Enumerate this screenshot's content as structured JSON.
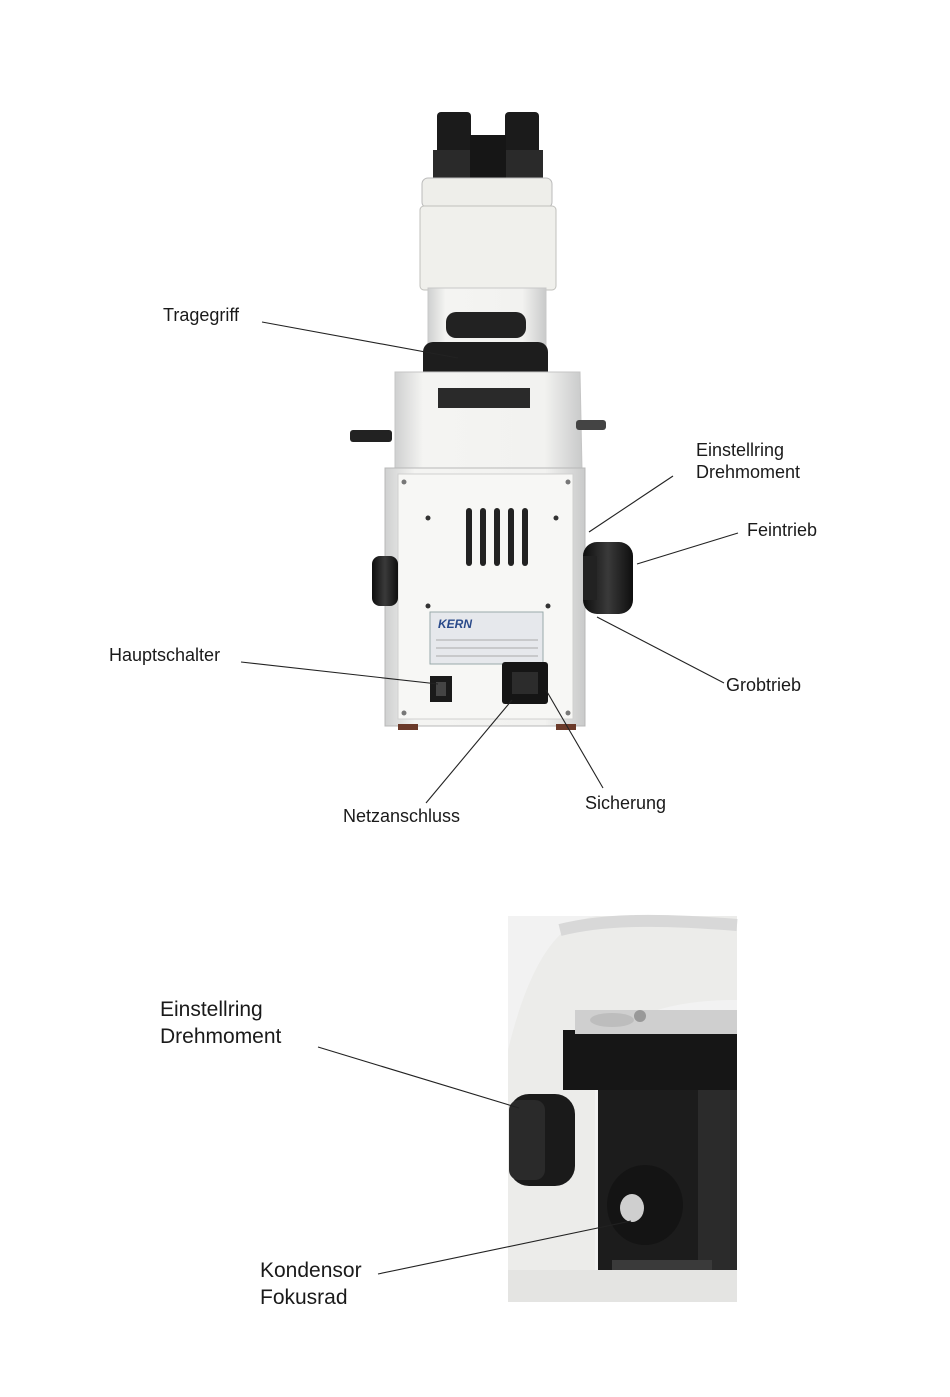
{
  "figure1": {
    "labels": {
      "tragegriff": "Tragegriff",
      "einstellring_line1": "Einstellring",
      "einstellring_line2": "Drehmoment",
      "feintrieb": "Feintrieb",
      "hauptschalter": "Hauptschalter",
      "grobtrieb": "Grobtrieb",
      "netzanschluss": "Netzanschluss",
      "sicherung": "Sicherung"
    },
    "brand_plate": "KERN"
  },
  "figure2": {
    "labels": {
      "einstellring_line1": "Einstellring",
      "einstellring_line2": "Drehmoment",
      "kondensor_line1": "Kondensor",
      "kondensor_line2": "Fokusrad"
    }
  }
}
